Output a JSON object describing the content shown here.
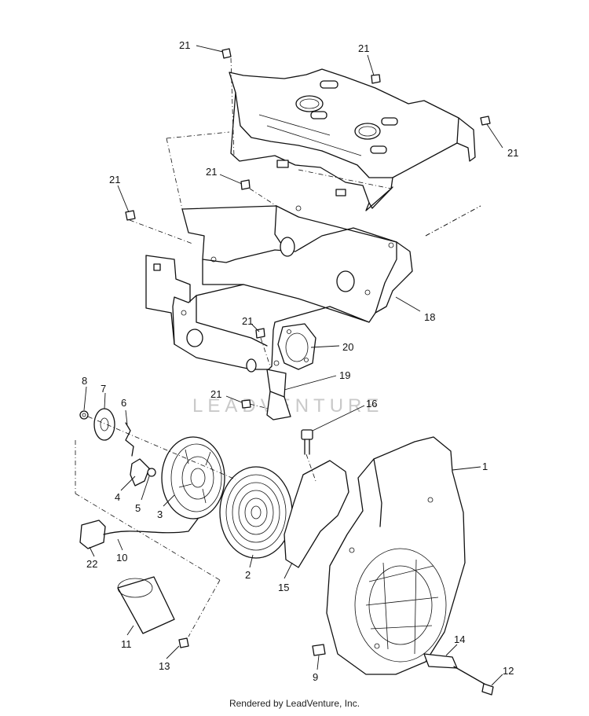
{
  "watermark": "LEADVENTURE",
  "footer": "Rendered by LeadVenture, Inc.",
  "callouts": {
    "c21a": "21",
    "c21b": "21",
    "c21c": "21",
    "c21d": "21",
    "c21e": "21",
    "c21f": "21",
    "c21g": "21",
    "c18": "18",
    "c20": "20",
    "c19": "19",
    "c16": "16",
    "c8": "8",
    "c7": "7",
    "c6": "6",
    "c4": "4",
    "c5": "5",
    "c3": "3",
    "c1": "1",
    "c22": "22",
    "c10": "10",
    "c2": "2",
    "c15": "15",
    "c11": "11",
    "c13": "13",
    "c9": "9",
    "c14": "14",
    "c12": "12"
  }
}
